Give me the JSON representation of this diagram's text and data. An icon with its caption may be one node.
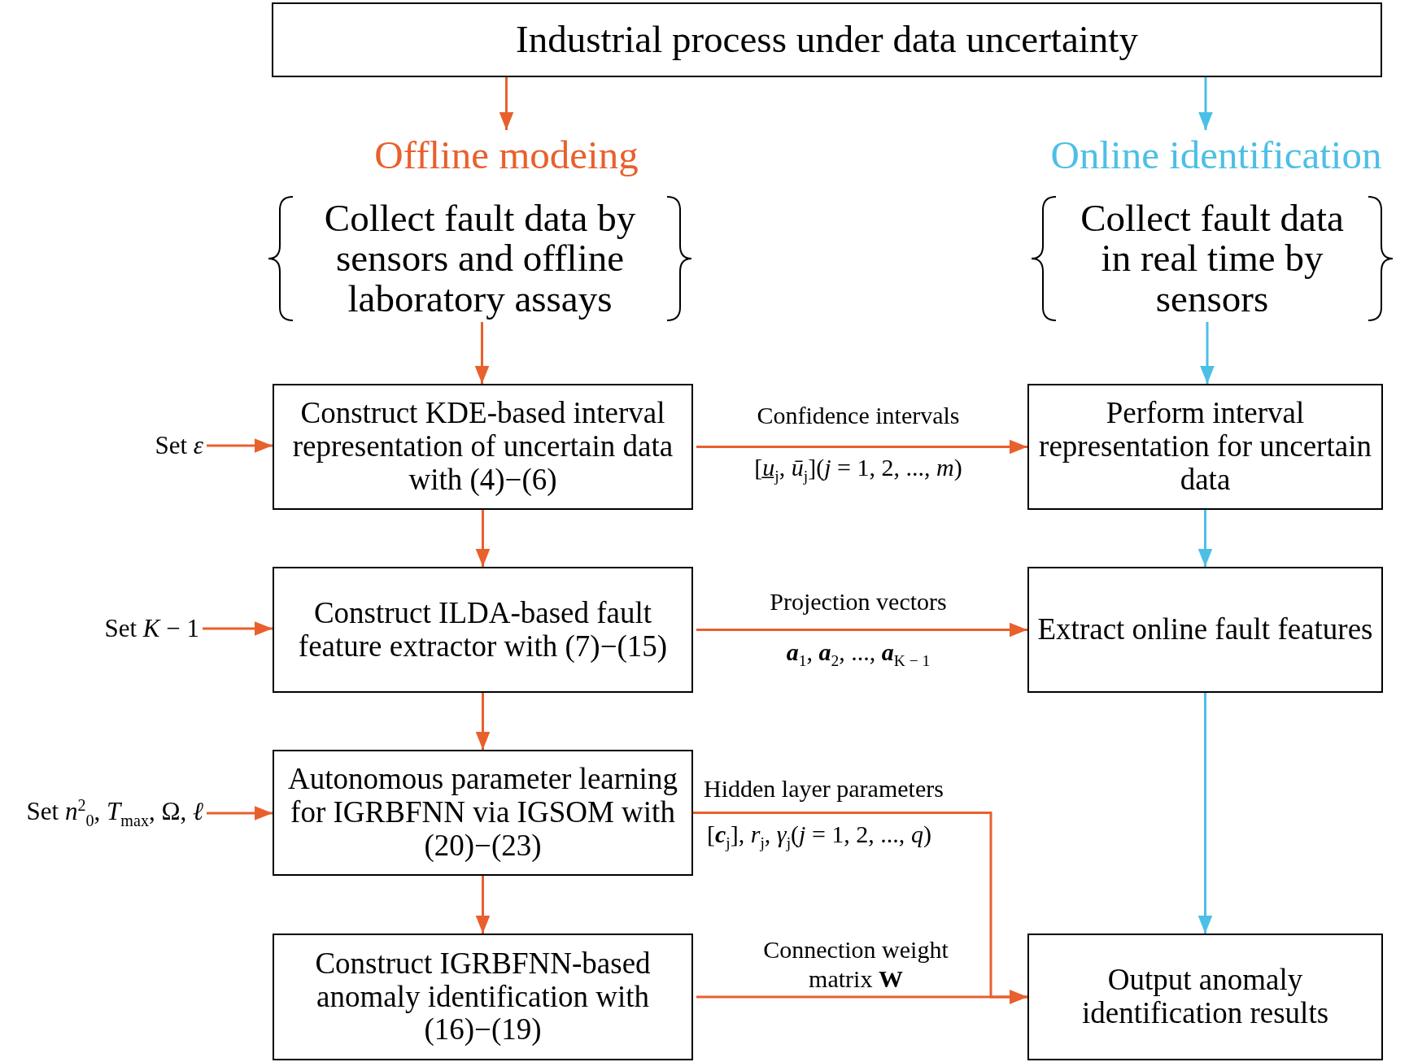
{
  "diagram": {
    "nodes": [
      {
        "text": [
          "Industrial process under data uncertainty"
        ]
      },
      {
        "text": [
          "Offline modeing"
        ]
      },
      {
        "text": [
          "Collect fault data by sensors and offline laboratory assays"
        ]
      },
      {
        "text": [
          "Online identification"
        ]
      },
      {
        "text": [
          "Collect fault data in real time by sensors"
        ]
      },
      {
        "text": [
          "Construct KDE-based interval representation of uncertain data with (4)−(6)"
        ]
      },
      {
        "text": [
          "Construct ILDA-based fault feature extractor with (7)−(15)"
        ]
      },
      {
        "text": [
          "Autonomous parameter learning for IGRBFNN via IGSOM with (20)−(23)"
        ]
      },
      {
        "text": [
          "Construct IGRBFNN-based anomaly identification with (16)−(19)"
        ]
      },
      {
        "text": [
          "Perform interval representation for uncertain data"
        ]
      },
      {
        "text": [
          "Extract online fault features"
        ]
      },
      {
        "text": [
          "Output anomaly identification results"
        ]
      },
      {
        "text": [
          "Set *ε*"
        ]
      },
      {
        "text": [
          "Set *K* − 1"
        ]
      },
      {
        "text": [
          "Set *n*$^{2}$$_{0}$, *T*$_{max}$, Ω, *ℓ*"
        ]
      }
    ],
    "edges": [
      {
        "from": 0,
        "to": 1,
        "arrow": "to"
      },
      {
        "from": 0,
        "to": 3,
        "arrow": "to",
        "color": "#4cbfe6"
      },
      {
        "from": 2,
        "to": 5,
        "arrow": "to"
      },
      {
        "from": 5,
        "to": 6,
        "arrow": "to"
      },
      {
        "from": 6,
        "to": 7,
        "arrow": "to"
      },
      {
        "from": 7,
        "to": 8,
        "arrow": "to"
      },
      {
        "from": 4,
        "to": 9,
        "arrow": "to",
        "color": "#4cbfe6"
      },
      {
        "from": 9,
        "to": 10,
        "arrow": "to",
        "color": "#4cbfe6"
      },
      {
        "from": 10,
        "to": 11,
        "arrow": "to",
        "color": "#4cbfe6"
      },
      {
        "from": 5,
        "to": 9,
        "arrow": "to",
        "label": "Confidence intervals"
      },
      {
        "from": 6,
        "to": 10,
        "arrow": "to",
        "label": "Projection vectors"
      },
      {
        "from": 7,
        "to": 11,
        "arrow": "to",
        "label": "Hidden layer parameters"
      },
      {
        "from": 8,
        "to": 11,
        "arrow": "to",
        "label": "Connection weight matrix **W**"
      },
      {
        "from": 12,
        "to": 5,
        "arrow": "to"
      },
      {
        "from": 13,
        "to": 6,
        "arrow": "to"
      },
      {
        "from": 14,
        "to": 7,
        "arrow": "to"
      }
    ],
    "labels": [
      "[*u̲*$_{j}$, *ū*$_{j}$](*j* = 1, 2, ..., *m*)",
      "**a**$_{1}$, **a**$_{2}$, ..., **a**$_{K − 1}$",
      "[**c**$_{j}$], *r*$_{j}$, *γ*$_{j}$(*j* = 1, 2, ..., *q*)"
    ]
  }
}
